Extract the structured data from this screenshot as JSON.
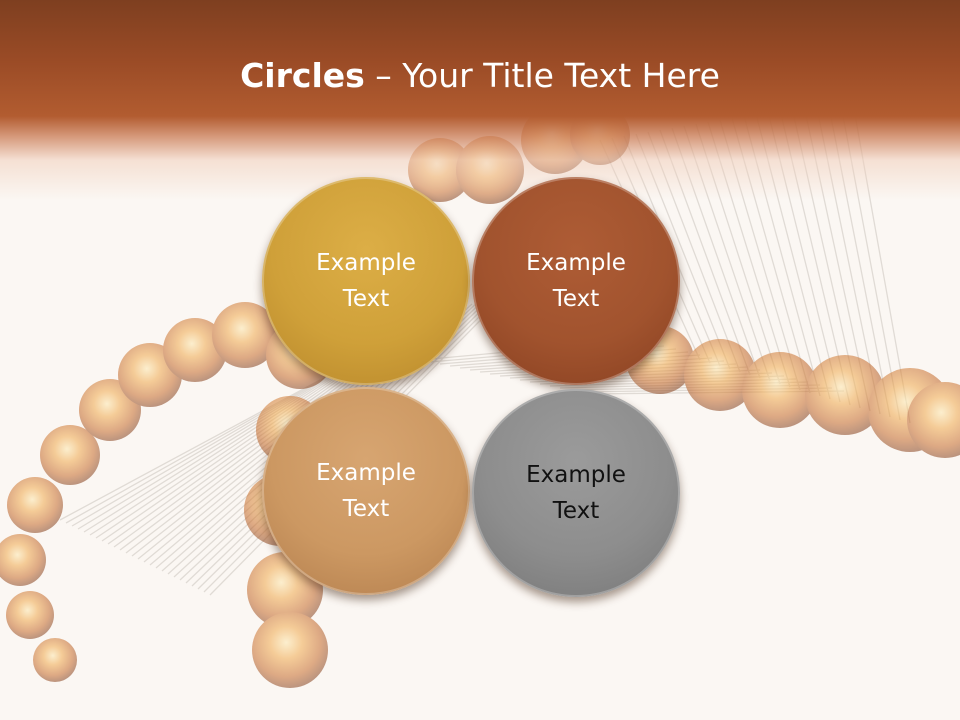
{
  "slide": {
    "title_bold": "Circles",
    "title_rest": " – Your Title Text Here"
  },
  "circles": [
    {
      "label": "Example\nText",
      "color": "#cfa039"
    },
    {
      "label": "Example\nText",
      "color": "#a1532e"
    },
    {
      "label": "Example\nText",
      "color": "#cc9862"
    },
    {
      "label": "Example\nText",
      "color": "#8d8d8d"
    }
  ],
  "colors": {
    "title_band": "#9a4b26",
    "background": "#fbf7f3"
  },
  "decorations": [
    "dna-helix-illustration"
  ]
}
